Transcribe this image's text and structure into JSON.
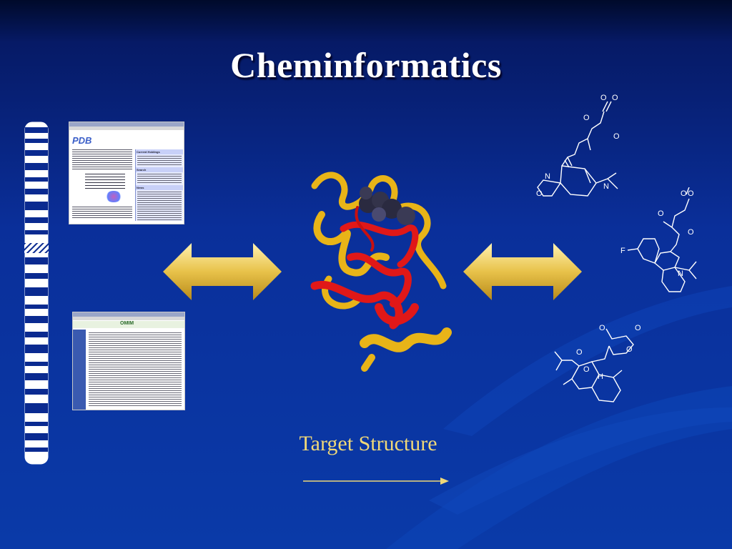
{
  "slide": {
    "title": "Cheminformatics",
    "caption": "Target Structure"
  },
  "pdb_screenshot": {
    "logo": "PDB",
    "panel_headings": [
      "Current Holdings",
      "Search",
      "News"
    ]
  },
  "omim_screenshot": {
    "logo": "OMIM"
  },
  "molecules": {
    "top": {
      "atoms": [
        "O",
        "O",
        "O",
        "O",
        "N",
        "O",
        "N"
      ]
    },
    "middle": {
      "atoms": [
        "O",
        "O",
        "O",
        "O",
        "F",
        "N"
      ]
    },
    "bottom": {
      "atoms": [
        "O",
        "O",
        "O",
        "O",
        "O",
        "H"
      ]
    }
  },
  "colors": {
    "title": "#ffffff",
    "caption": "#f0d878",
    "arrow_gold": "#e8c24a",
    "helix_yellow": "#e8b418",
    "helix_red": "#e01818",
    "background": "#0a3aa8"
  }
}
